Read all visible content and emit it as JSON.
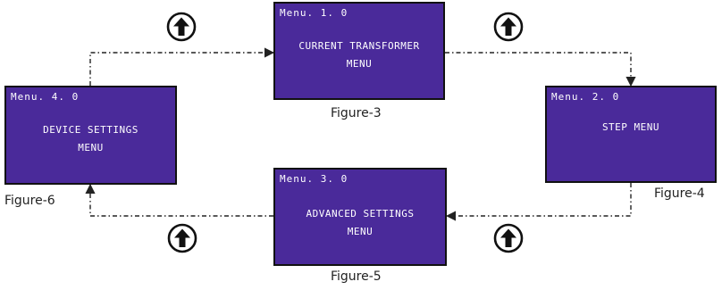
{
  "screens": [
    {
      "menu_id": "Menu. 1. 0",
      "title": "CURRENT TRANSFORMER\nMENU",
      "caption": "Figure-3"
    },
    {
      "menu_id": "Menu. 2. 0",
      "title": "STEP MENU",
      "caption": "Figure-4"
    },
    {
      "menu_id": "Menu. 3. 0",
      "title": "ADVANCED SETTINGS\nMENU",
      "caption": "Figure-5"
    },
    {
      "menu_id": "Menu. 4. 0",
      "title": "DEVICE SETTINGS\nMENU",
      "caption": "Figure-6"
    }
  ],
  "up_button_icon": "up-arrow-circle-icon",
  "colors": {
    "screen_bg": "#4a2a9a",
    "screen_border": "#111111",
    "screen_text": "#ffffff",
    "connector": "#222222"
  }
}
